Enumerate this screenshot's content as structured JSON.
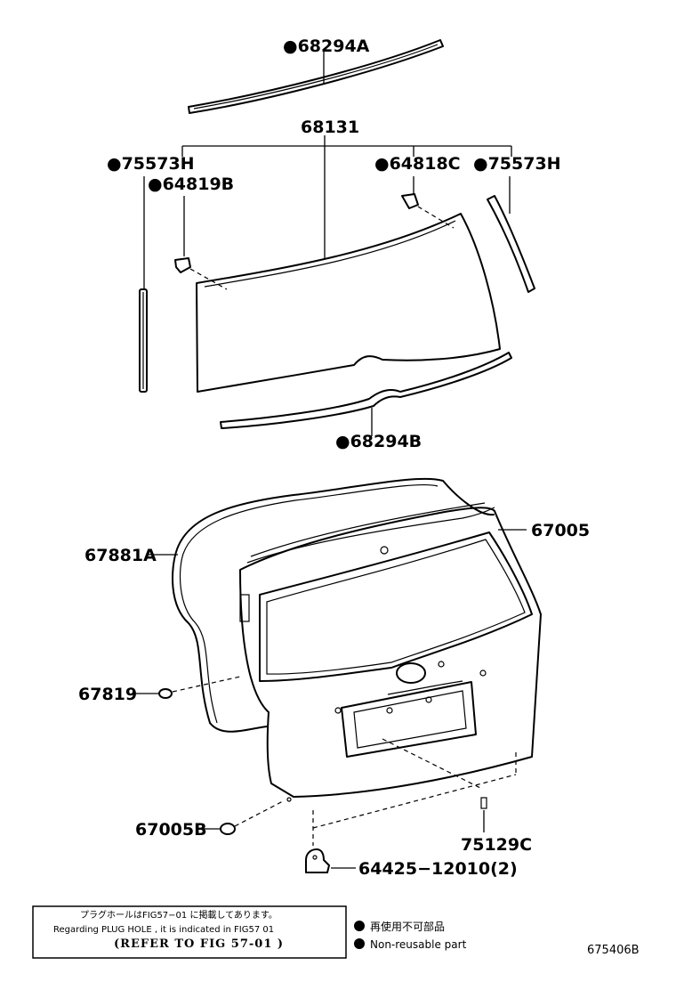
{
  "callouts": {
    "c68294A": "●68294A",
    "c68131": "68131",
    "c75573H_left": "●75573H",
    "c64819B": "●64819B",
    "c64818C": "●64818C",
    "c75573H_right": "●75573H",
    "c68294B": "●68294B",
    "c67881A": "67881A",
    "c67005": "67005",
    "c67819": "67819",
    "c67005B": "67005B",
    "c75129C": "75129C",
    "c64425": "64425−12010(2)"
  },
  "note": {
    "line_jp": "プラグホールはFIG57−01 に掲載してあります。",
    "line_en": "Regarding  PLUG HOLE , it is  indicated in  FIG57    01",
    "line_ref": "(REFER  TO  FIG    57-01  )"
  },
  "legend": {
    "jp": "再使用不可部品",
    "en": "Non-reusable part"
  },
  "diagram_id": "675406B"
}
